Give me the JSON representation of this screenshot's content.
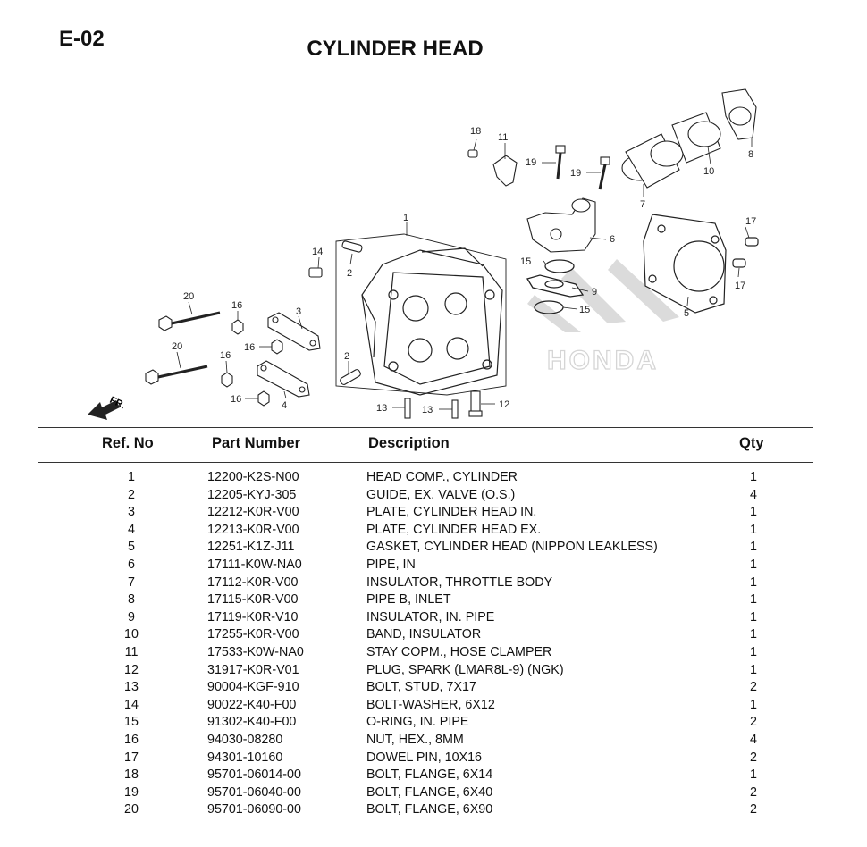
{
  "page": {
    "code": "E-02",
    "title": "CYLINDER HEAD"
  },
  "diagram": {
    "watermark": "HONDA",
    "front_marker": "FR.",
    "callouts": [
      "1",
      "2",
      "2",
      "3",
      "4",
      "5",
      "6",
      "7",
      "8",
      "9",
      "10",
      "11",
      "12",
      "13",
      "13",
      "14",
      "15",
      "15",
      "16",
      "16",
      "16",
      "16",
      "17",
      "17",
      "18",
      "19",
      "19",
      "20",
      "20"
    ]
  },
  "table": {
    "headers": {
      "ref": "Ref. No",
      "part_number": "Part Number",
      "description": "Description",
      "qty": "Qty"
    },
    "rows": [
      {
        "ref": "1",
        "part_number": "12200-K2S-N00",
        "description": "HEAD COMP., CYLINDER",
        "qty": "1"
      },
      {
        "ref": "2",
        "part_number": "12205-KYJ-305",
        "description": "GUIDE, EX. VALVE (O.S.)",
        "qty": "4"
      },
      {
        "ref": "3",
        "part_number": "12212-K0R-V00",
        "description": "PLATE, CYLINDER HEAD IN.",
        "qty": "1"
      },
      {
        "ref": "4",
        "part_number": "12213-K0R-V00",
        "description": "PLATE, CYLINDER HEAD EX.",
        "qty": "1"
      },
      {
        "ref": "5",
        "part_number": "12251-K1Z-J11",
        "description": "GASKET, CYLINDER HEAD (NIPPON LEAKLESS)",
        "qty": "1"
      },
      {
        "ref": "6",
        "part_number": "17111-K0W-NA0",
        "description": "PIPE, IN",
        "qty": "1"
      },
      {
        "ref": "7",
        "part_number": "17112-K0R-V00",
        "description": "INSULATOR, THROTTLE BODY",
        "qty": "1"
      },
      {
        "ref": "8",
        "part_number": "17115-K0R-V00",
        "description": "PIPE B, INLET",
        "qty": "1"
      },
      {
        "ref": "9",
        "part_number": "17119-K0R-V10",
        "description": "INSULATOR, IN. PIPE",
        "qty": "1"
      },
      {
        "ref": "10",
        "part_number": "17255-K0R-V00",
        "description": "BAND, INSULATOR",
        "qty": "1"
      },
      {
        "ref": "11",
        "part_number": "17533-K0W-NA0",
        "description": "STAY COPM., HOSE CLAMPER",
        "qty": "1"
      },
      {
        "ref": "12",
        "part_number": "31917-K0R-V01",
        "description": "PLUG, SPARK (LMAR8L-9) (NGK)",
        "qty": "1"
      },
      {
        "ref": "13",
        "part_number": "90004-KGF-910",
        "description": "BOLT, STUD, 7X17",
        "qty": "2"
      },
      {
        "ref": "14",
        "part_number": "90022-K40-F00",
        "description": "BOLT-WASHER, 6X12",
        "qty": "1"
      },
      {
        "ref": "15",
        "part_number": "91302-K40-F00",
        "description": "O-RING, IN. PIPE",
        "qty": "2"
      },
      {
        "ref": "16",
        "part_number": "94030-08280",
        "description": "NUT, HEX., 8MM",
        "qty": "4"
      },
      {
        "ref": "17",
        "part_number": "94301-10160",
        "description": "DOWEL PIN, 10X16",
        "qty": "2"
      },
      {
        "ref": "18",
        "part_number": "95701-06014-00",
        "description": "BOLT, FLANGE, 6X14",
        "qty": "1"
      },
      {
        "ref": "19",
        "part_number": "95701-06040-00",
        "description": "BOLT, FLANGE, 6X40",
        "qty": "2"
      },
      {
        "ref": "20",
        "part_number": "95701-06090-00",
        "description": "BOLT, FLANGE, 6X90",
        "qty": "2"
      }
    ]
  }
}
